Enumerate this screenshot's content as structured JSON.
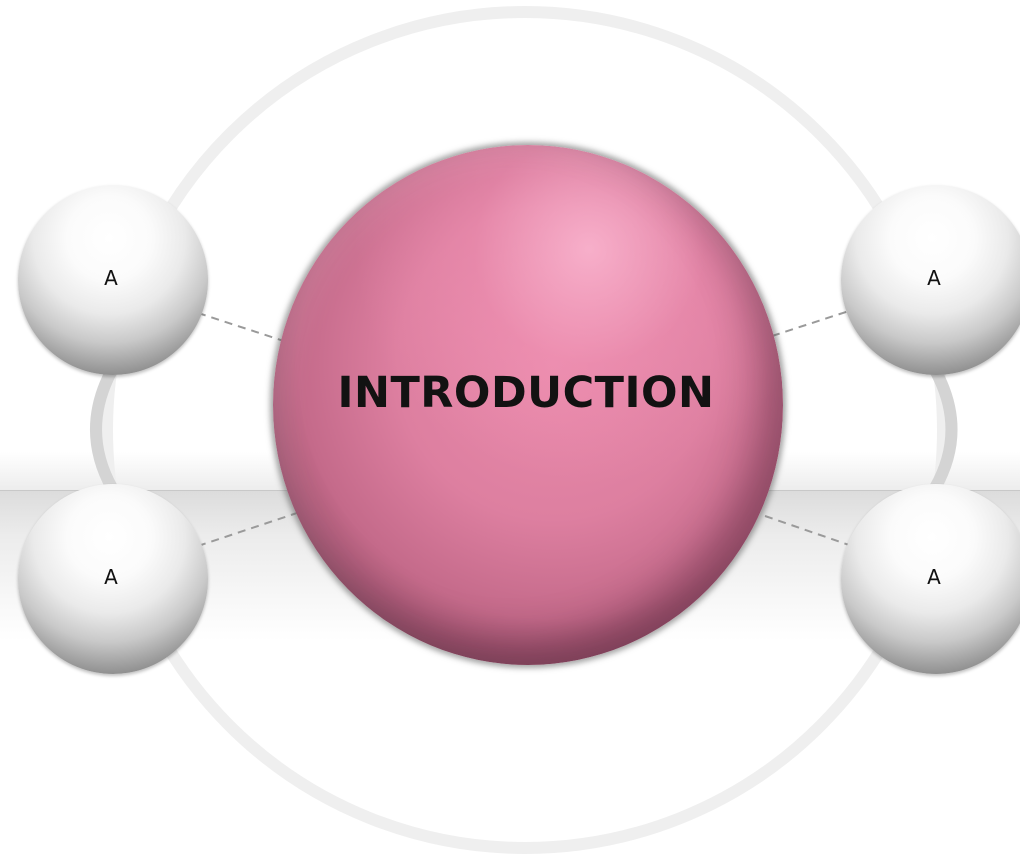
{
  "center": {
    "label": "INTRODUCTION",
    "color": "#dd7fa0"
  },
  "nodes": [
    {
      "label": "A"
    },
    {
      "label": "A"
    },
    {
      "label": "A"
    },
    {
      "label": "A"
    }
  ],
  "colors": {
    "ring": "#d6d6d6",
    "outer_ring": "#efefef",
    "connector": "#9a9a9a",
    "node": "#e6e6e6"
  }
}
